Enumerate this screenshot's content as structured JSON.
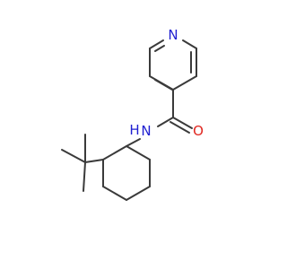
{
  "atom_labels": {
    "pyridine_n": "N",
    "amide_n": "N",
    "amide_h": "H",
    "carbonyl_o": "O"
  },
  "colors": {
    "nitrogen": "#1f1fd1",
    "oxygen": "#e0261f",
    "bond": "#3a3a3a"
  }
}
